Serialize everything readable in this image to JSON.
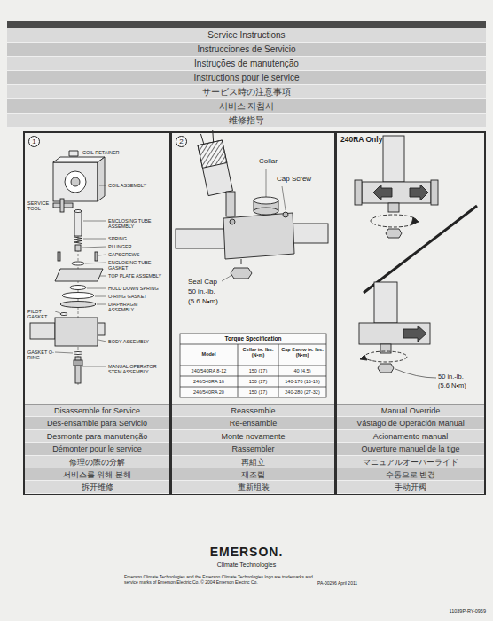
{
  "diagram": {
    "nodes": [
      {
        "text": [
          "Service Instructions",
          "Instrucciones de Servicio",
          "Instruções de manutenção",
          "Instructions pour le service",
          "サービス時の注意事項",
          "서비스 지침서",
          "维修指导"
        ]
      },
      {
        "text": [
          "1"
        ]
      },
      {
        "text": [
          "Disassemble for Service",
          "Des-ensamble para Servicio",
          "Desmonte para manutenção",
          "Démonter pour le service",
          "修理の際の分解",
          "서비스를 위해 분해",
          "拆开维修"
        ],
        "in": 1
      },
      {
        "text": [
          "2"
        ]
      },
      {
        "text": [
          "Torque Specification"
        ],
        "in": 3
      },
      {
        "text": [
          "Reassemble",
          "Re-ensamble",
          "Monte novamente",
          "Rassembler",
          "再組立",
          "재조립",
          "重新组装"
        ],
        "in": 3
      },
      {
        "text": [
          "240RA Only"
        ]
      },
      {
        "text": [
          "Manual Override",
          "Vástago de Operación Manual",
          "Acionamento manual",
          "Ouverture manuel de la tige",
          "マニュアルオーバーライド",
          "수동으로 변경",
          "手动开阀"
        ],
        "in": 6
      }
    ],
    "labels": [
      "COIL RETAINER",
      "COIL ASSEMBLY",
      "SERVICE TOOL",
      "ENCLOSING TUBE ASSEMBLY",
      "SPRING",
      "PLUNGER",
      "CAPSCREWS",
      "ENCLOSING TUBE GASKET",
      "TOP PLATE ASSEMBLY",
      "HOLD DOWN SPRING",
      "O-RING GASKET",
      "DIAPHRAGM ASSEMBLY",
      "PILOT GASKET",
      "BODY ASSEMBLY",
      "GASKET O-RING",
      "MANUAL OPERATOR STEM ASSEMBLY",
      "Collar",
      "Cap Screw",
      "Seal Cap",
      "50 in.-lb.",
      "(5.6 N•m)",
      "Model",
      "Collar in.-lbs. (N•m)",
      "Cap Screw in.-lbs. (N•m)",
      "240/540RA 8-12",
      "150 (17)",
      "40 (4.5)",
      "240/540RA 16",
      "150 (17)",
      "140-170 (16-19)",
      "240/540RA 20",
      "150 (17)",
      "240-280 (27-32)",
      "50 in.-lb.",
      "(5.6 N•m)",
      "EMERSON.",
      "Climate Technologies",
      "Emerson Climate Technologies and the Emerson Climate Technologies logo are trademarks and service marks of Emerson Electric Co. © 2004 Emerson Electric Co.",
      "PA-00296 April 2011",
      "11039P-RY-0959"
    ]
  }
}
